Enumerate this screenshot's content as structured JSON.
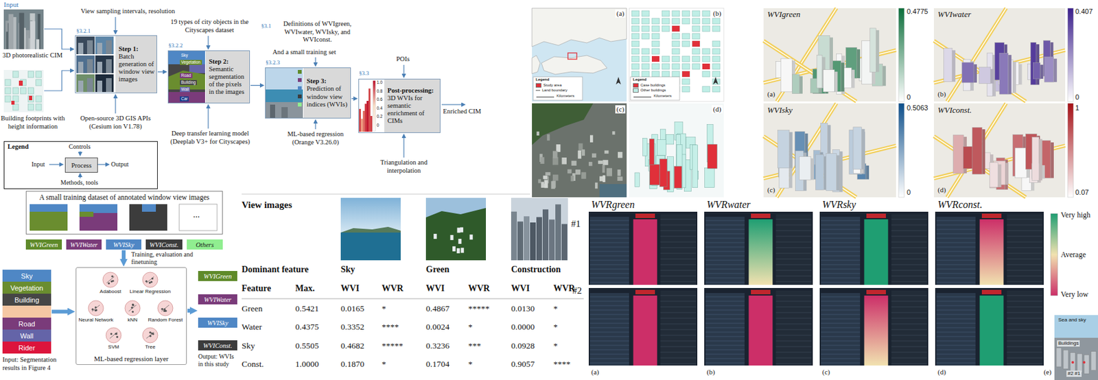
{
  "diagram": {
    "nodes": [
      {
        "text": [
          "Step 1:",
          "Batch generation of window view images"
        ]
      },
      {
        "text": [
          "Step 2:",
          "Semantic segmentation of the pixels in the images"
        ]
      },
      {
        "text": [
          "Step 3:",
          "Prediction of window view indices (WVIs)"
        ]
      },
      {
        "text": [
          "Post-processing:",
          "3D WVIs for semantic enrichment of CIMs"
        ]
      },
      {
        "text": [
          "Legend"
        ]
      },
      {
        "text": [
          "Process"
        ],
        "in": 4
      },
      {
        "text": [
          "A small training dataset of annotated window view images"
        ]
      },
      {
        "text": [
          "WVIGreen"
        ]
      },
      {
        "text": [
          "WVIWater"
        ]
      },
      {
        "text": [
          "WVISky"
        ]
      },
      {
        "text": [
          "WVIConst."
        ]
      },
      {
        "text": [
          "Others"
        ]
      },
      {
        "text": [
          "Input: Segmentation results in Figure 4"
        ]
      },
      {
        "text": [
          "Sky"
        ],
        "in": 12
      },
      {
        "text": [
          "Vegetation"
        ],
        "in": 12
      },
      {
        "text": [
          "Building"
        ],
        "in": 12
      },
      {
        "text": [
          "Road"
        ],
        "in": 12
      },
      {
        "text": [
          "Wall"
        ],
        "in": 12
      },
      {
        "text": [
          "Rider"
        ],
        "in": 12
      },
      {
        "text": [
          "ML-based regression layer"
        ]
      },
      {
        "text": [
          "Output: WVIs in this study"
        ]
      },
      {
        "text": [
          "WVIGreen"
        ],
        "in": 20
      },
      {
        "text": [
          "WVIWater"
        ],
        "in": 20
      },
      {
        "text": [
          "WVISky"
        ],
        "in": 20
      },
      {
        "text": [
          "WVIConst."
        ],
        "in": 20
      }
    ],
    "edges": [
      {
        "from": 0,
        "to": 1,
        "arrow": "to"
      },
      {
        "from": 1,
        "to": 2,
        "arrow": "to"
      },
      {
        "from": 2,
        "to": 3,
        "arrow": "to"
      },
      {
        "from": 9,
        "to": 19,
        "label": "Training, evaluation and finetuning",
        "arrow": "to"
      },
      {
        "from": 12,
        "to": 19,
        "arrow": "to"
      },
      {
        "from": 19,
        "to": 20,
        "arrow": "to"
      }
    ],
    "labels": [
      "Input",
      "3D photorealistic CIM",
      "Building footprints with height information",
      "View sampling intervals, resolution",
      "§3.2.1",
      "Open-source 3D GIS APIs (Cesium ion V1.78)",
      "19 types of city objects in the Cityscapes dataset",
      "§3.2.2",
      "Sky",
      "Vegetation",
      "Road",
      "Building",
      "Wall",
      "Car",
      "Deep transfer learning model (Deeplab V3+ for Cityscapes)",
      "§3.1",
      "Definitions of WVIgreen, WVIwater, WVIsky, and WVIconst.",
      "And a small training set",
      "§3.2.3",
      "ML-based regression (Orange V3.26.0)",
      "§3.3",
      "POIs",
      "1.0",
      "0.8",
      "0.6",
      "0.4",
      "0.2",
      "0",
      "Triangulation and interpolation",
      "Enriched CIM",
      "Controls",
      "Input",
      "Output",
      "Methods, tools",
      "...",
      "Adaboost",
      "Linear Regression",
      "Neural Network",
      "kNN",
      "Random Forest",
      "SVM",
      "Tree",
      "View images",
      "Dominant feature",
      "Sky",
      "Green",
      "Construction",
      "Feature",
      "Max.",
      "WVI",
      "WVR",
      "WVI",
      "WVR",
      "WVI",
      "WVR",
      "Green",
      "0.5421",
      "0.0165",
      "*",
      "0.4867",
      "*****",
      "0.0130",
      "*",
      "Water",
      "0.4375",
      "0.3352",
      "****",
      "0.0024",
      "*",
      "0.0000",
      "*",
      "Sky",
      "0.5505",
      "0.4682",
      "*****",
      "0.3236",
      "***",
      "0.0928",
      "*",
      "Const.",
      "1.0000",
      "0.1870",
      "*",
      "0.1704",
      "*",
      "0.9057",
      "****",
      "(a)",
      "Legend",
      "Kilometers",
      "(b)",
      "Legend",
      "Kilometers",
      "(c)",
      "(d)",
      "WVIgreen",
      "0.4775",
      "0",
      "(a)",
      "WVIwater",
      "0.407",
      "0",
      "(b)",
      "WVIsky",
      "0.5063",
      "0",
      "(c)",
      "WVIconst.",
      "1",
      "0.07",
      "(d)",
      "WVRgreen",
      "WVRwater",
      "WVRsky",
      "WVRconst.",
      "#1",
      "#2",
      "Very high",
      "Average",
      "Very low",
      "(a)",
      "(b)",
      "(c)",
      "(d)",
      "(e)",
      "Sea and sky",
      "Buildings",
      "#2 #1"
    ],
    "legend": [
      {
        "text": "Study area",
        "color": "#e0303a"
      },
      {
        "text": "Land boundary"
      },
      {
        "text": "Case buildings",
        "color": "#e0303a"
      },
      {
        "text": "Other buildings",
        "color": "#bfeee6"
      }
    ]
  }
}
